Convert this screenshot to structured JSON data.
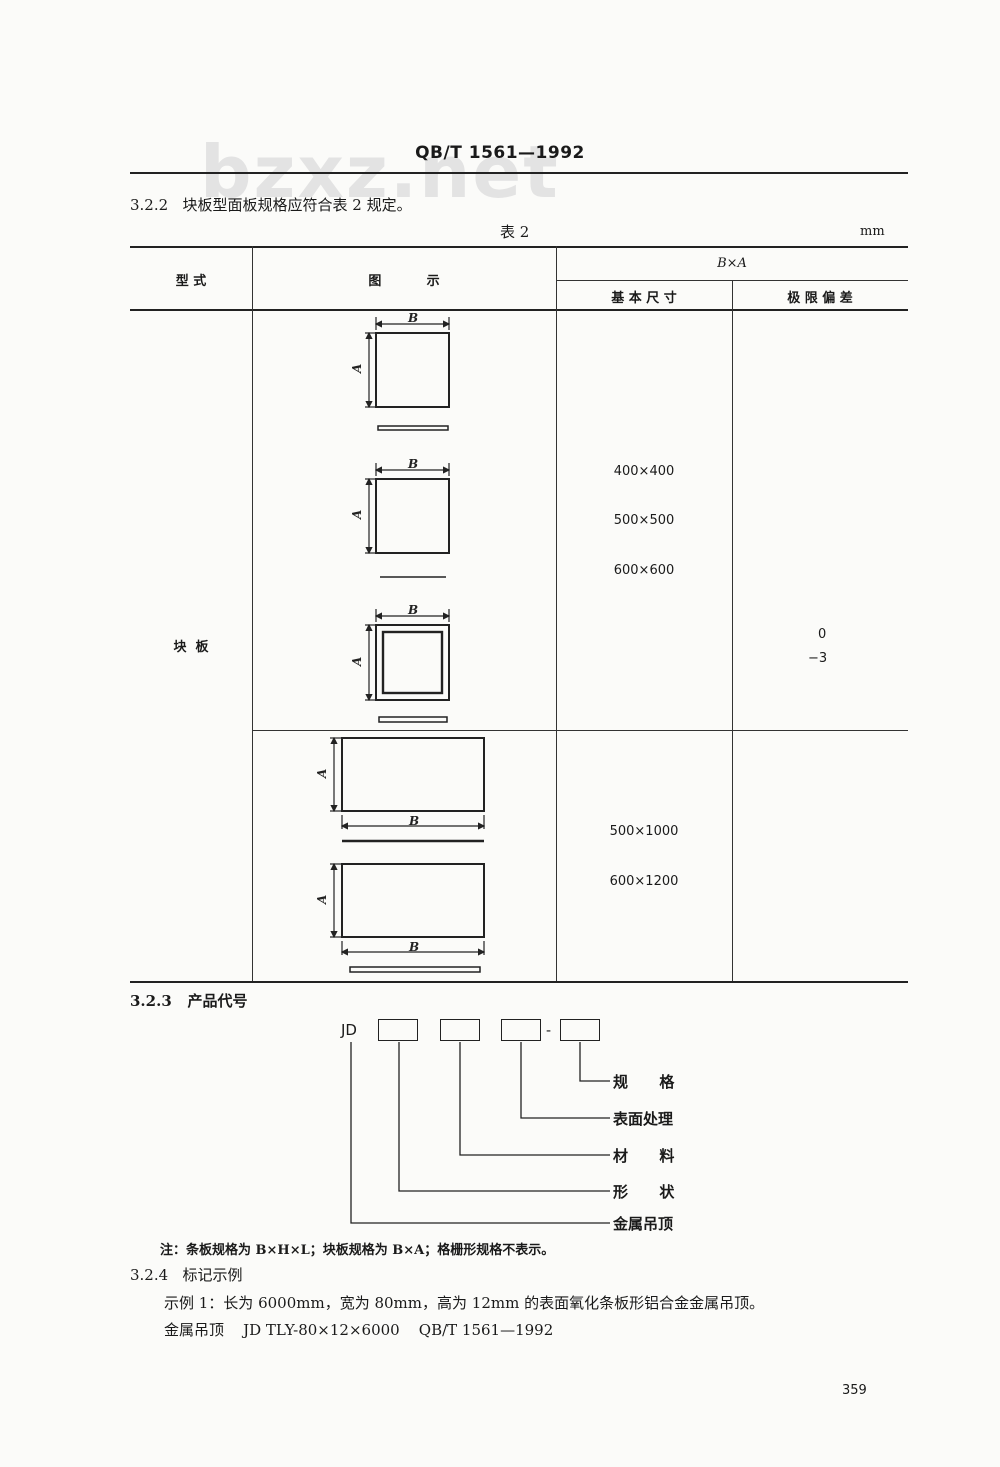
{
  "header": {
    "standard": "QB/T 1561—1992",
    "watermark": "bzxz.net"
  },
  "section_322": {
    "number": "3.2.2",
    "text": "块板型面板规格应符合表 2 规定。"
  },
  "table2": {
    "caption": "表 2",
    "unit": "mm",
    "col_type": "型    式",
    "col_figure": "图          示",
    "col_group": "B×A",
    "col_basic": "基 本 尺 寸",
    "col_tolerance": "极 限 偏 差",
    "row_type": "块  板",
    "figure_labels": {
      "b": "B",
      "a": "A"
    },
    "sizes_square": [
      "400×400",
      "500×500",
      "600×600"
    ],
    "sizes_rect": [
      "500×1000",
      "600×1200"
    ],
    "tolerance_upper": "0",
    "tolerance_lower": "−3"
  },
  "section_323": {
    "number": "3.2.3",
    "title": "产品代号",
    "prefix": "JD",
    "separator": "-",
    "legend": [
      "规      格",
      "表面处理",
      "材      料",
      "形      状",
      "金属吊顶"
    ]
  },
  "note": "注：条板规格为 B×H×L；块板规格为 B×A；格栅形规格不表示。",
  "section_324": {
    "number": "3.2.4",
    "title": "标记示例",
    "example": "示例 1：长为 6000mm，宽为 80mm，高为 12mm 的表面氧化条板形铝合金金属吊顶。",
    "marking": "金属吊顶    JD TLY-80×12×6000    QB/T 1561—1992"
  },
  "page_number": "359"
}
